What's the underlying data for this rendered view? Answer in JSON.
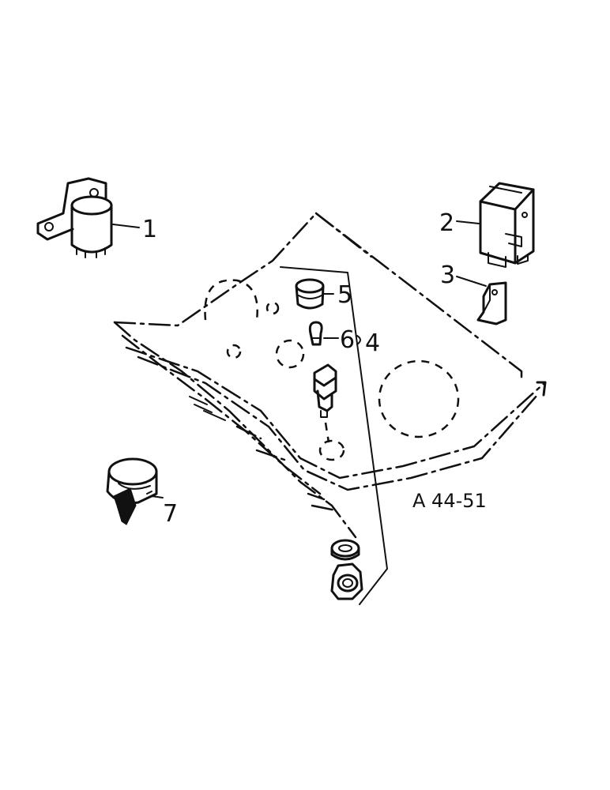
{
  "diagram": {
    "callouts": [
      {
        "id": "1",
        "text": "1"
      },
      {
        "id": "2",
        "text": "2"
      },
      {
        "id": "3",
        "text": "3"
      },
      {
        "id": "4",
        "text": "4"
      },
      {
        "id": "5",
        "text": "5"
      },
      {
        "id": "6",
        "text": "6"
      },
      {
        "id": "7",
        "text": "7"
      }
    ],
    "figure_ref": "A 44-51"
  }
}
